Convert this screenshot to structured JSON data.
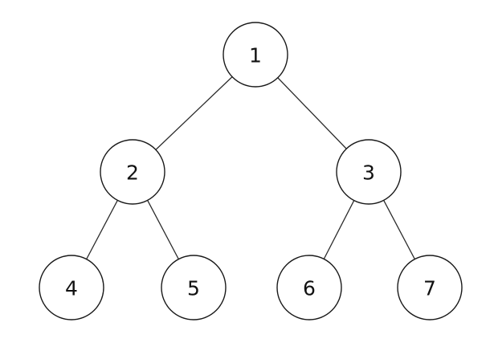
{
  "tree": {
    "nodes": [
      {
        "id": "n1",
        "label": "1"
      },
      {
        "id": "n2",
        "label": "2"
      },
      {
        "id": "n3",
        "label": "3"
      },
      {
        "id": "n4",
        "label": "4"
      },
      {
        "id": "n5",
        "label": "5"
      },
      {
        "id": "n6",
        "label": "6"
      },
      {
        "id": "n7",
        "label": "7"
      }
    ],
    "edges": [
      {
        "from": "n1",
        "to": "n2"
      },
      {
        "from": "n1",
        "to": "n3"
      },
      {
        "from": "n2",
        "to": "n4"
      },
      {
        "from": "n2",
        "to": "n5"
      },
      {
        "from": "n3",
        "to": "n6"
      },
      {
        "from": "n3",
        "to": "n7"
      }
    ]
  },
  "colors": {
    "stroke": "#1a1a1a",
    "fill": "#ffffff",
    "text": "#111111"
  }
}
